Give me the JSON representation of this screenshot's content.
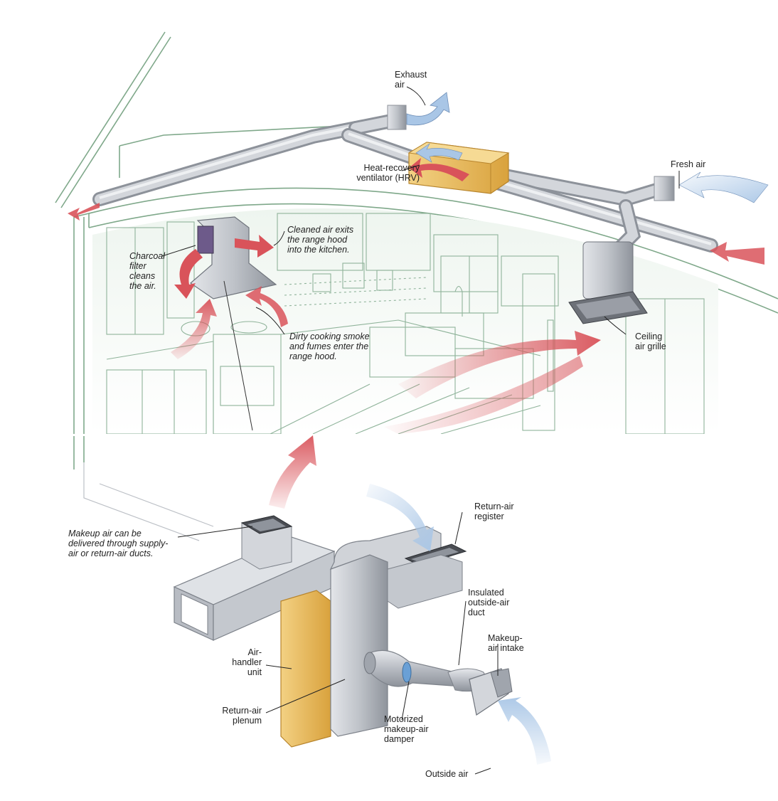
{
  "labels": {
    "exhaust_air": "Exhaust\nair",
    "hrv": "Heat-recovery\nventilator (HRV)",
    "fresh_air": "Fresh air",
    "cleaned_air": "Cleaned air exits\nthe range hood\ninto the kitchen.",
    "charcoal": "Charcoal\nfilter\ncleans\nthe air.",
    "dirty_smoke": "Dirty cooking smoke\nand fumes enter the\nrange hood.",
    "ceiling_grille": "Ceiling\nair grille",
    "makeup_delivered": "Makeup air can be\ndelivered through supply-\nair or return-air ducts.",
    "return_register": "Return-air\nregister",
    "insulated_duct": "Insulated\noutside-air\nduct",
    "makeup_intake": "Makeup-\nair intake",
    "air_handler": "Air-\nhandler\nunit",
    "return_plenum": "Return-air\nplenum",
    "damper": "Motorized\nmakeup-air\ndamper",
    "outside_air": "Outside air"
  },
  "colors": {
    "warm_arrow": "#d9535a",
    "cool_arrow": "#a9c6e6",
    "duct_metal": "#b8bcc3",
    "equipment_yellow": "#e7b95a",
    "kitchen_line": "#7fa88a",
    "kitchen_fill": "#eef5ef"
  }
}
